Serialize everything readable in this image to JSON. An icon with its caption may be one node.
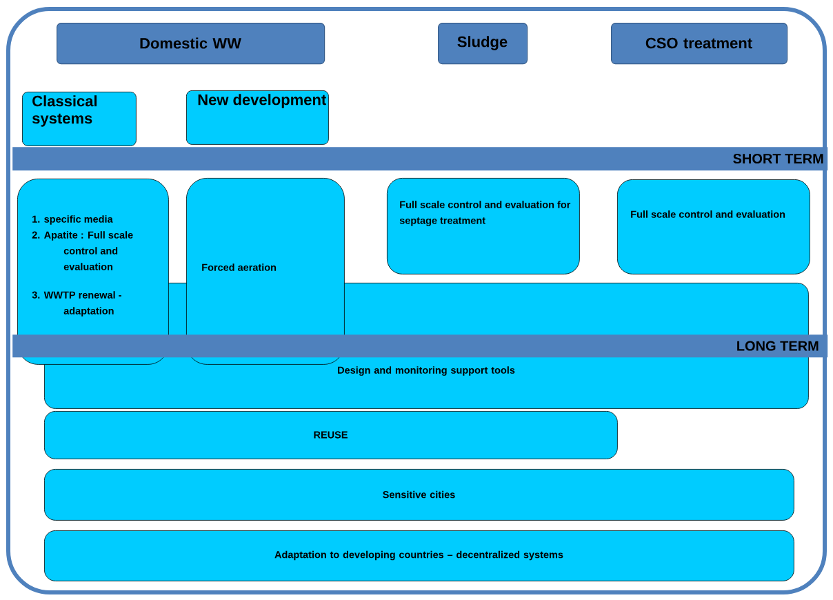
{
  "diagram": {
    "nodes": [
      {
        "text": [
          "Domestic WW"
        ]
      },
      {
        "text": [
          "Sludge"
        ]
      },
      {
        "text": [
          "CSO treatment"
        ]
      },
      {
        "text": [
          "Classical systems"
        ]
      },
      {
        "text": [
          "New development"
        ]
      },
      {
        "text": [
          "SHORT TERM"
        ]
      },
      {
        "text": [
          "1. specific media",
          "2. Apatite : Full scale control and evaluation",
          "3. WWTP renewal - adaptation"
        ]
      },
      {
        "text": [
          "Forced aeration"
        ]
      },
      {
        "text": [
          "Full scale control and evaluation for septage treatment"
        ]
      },
      {
        "text": [
          "Full scale control and evaluation"
        ]
      },
      {
        "text": [
          "Design and monitoring support tools"
        ]
      },
      {
        "text": [
          "LONG TERM"
        ]
      },
      {
        "text": [
          "REUSE"
        ]
      },
      {
        "text": [
          "Sensitive cities"
        ]
      },
      {
        "text": [
          "Adaptation to developing countries – decentralized systems"
        ]
      }
    ]
  }
}
